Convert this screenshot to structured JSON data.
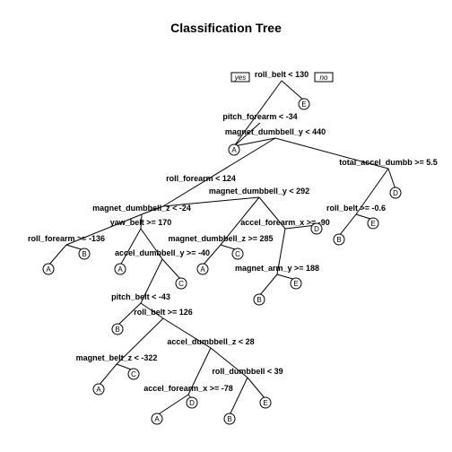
{
  "title": "Classification Tree",
  "yes_label": "yes",
  "no_label": "no",
  "splits": [
    "roll_belt < 130",
    "pitch_forearm < -34",
    "magnet_dumbbell_y < 440",
    "roll_forearm < 124",
    "total_accel_dumbb >= 5.5",
    "magnet_dumbbell_z < -24",
    "magnet_dumbbell_y < 292",
    "roll_belt >= -0.6",
    "yaw_belt >= 170",
    "accel_forearm_x >= -90",
    "roll_forearm >= -136",
    "magnet_dumbbell_z >= 285",
    "accel_dumbbell_y >= -40",
    "magnet_arm_y >= 188",
    "pitch_belt < -43",
    "roll_belt >= 126",
    "accel_dumbbell_z < 28",
    "magnet_belt_z < -322",
    "roll_dumbbell < 39",
    "accel_forearm_x >= -78"
  ],
  "leaves": [
    "E",
    "A",
    "D",
    "B",
    "E",
    "A",
    "B",
    "A",
    "A",
    "C",
    "C",
    "D",
    "B",
    "E",
    "B",
    "A",
    "C",
    "A",
    "D",
    "B",
    "E"
  ]
}
